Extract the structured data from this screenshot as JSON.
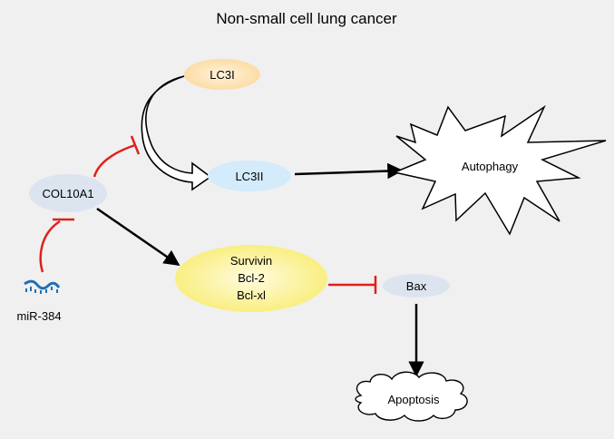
{
  "title": "Non-small cell lung cancer",
  "nodes": {
    "lc3i": "LC3I",
    "lc3ii": "LC3II",
    "autophagy": "Autophagy",
    "col10a1": "COL10A1",
    "mirna": "miR-384",
    "survivin": "Survivin",
    "bcl2": "Bcl-2",
    "bclxl": "Bcl-xl",
    "bax": "Bax",
    "apoptosis": "Apoptosis"
  },
  "colors": {
    "background": "#f0f0f0",
    "lc3i_fill": "#fde3b4",
    "lc3ii_fill": "#d3ebfa",
    "col10a1_fill": "#dce4f0",
    "survivin_fill": "#fbf3a0",
    "bax_fill": "#dce4f0",
    "inhibit": "#e0201b",
    "activate": "#000000",
    "mirna_strand": "#1f6fb5"
  },
  "edges": [
    {
      "from": "mirna",
      "to": "col10a1",
      "type": "inhibition"
    },
    {
      "from": "col10a1",
      "to": "lc3i-conversion",
      "type": "inhibition"
    },
    {
      "from": "lc3i",
      "to": "lc3ii",
      "type": "conversion"
    },
    {
      "from": "lc3ii",
      "to": "autophagy",
      "type": "activation"
    },
    {
      "from": "col10a1",
      "to": "survivin",
      "type": "activation"
    },
    {
      "from": "survivin",
      "to": "bax",
      "type": "inhibition"
    },
    {
      "from": "bax",
      "to": "apoptosis",
      "type": "activation"
    }
  ]
}
